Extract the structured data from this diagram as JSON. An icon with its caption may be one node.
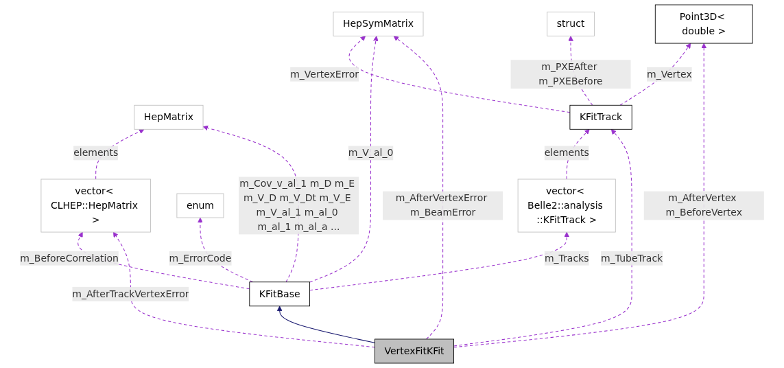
{
  "diagram": {
    "nodes": [
      {
        "text": [
          "HepSymMatrix"
        ]
      },
      {
        "text": [
          "struct"
        ]
      },
      {
        "text": [
          "Point3D< double >"
        ]
      },
      {
        "text": [
          "HepMatrix"
        ]
      },
      {
        "text": [
          "KFitTrack"
        ]
      },
      {
        "text": [
          "vector< CLHEP::HepMatrix >"
        ]
      },
      {
        "text": [
          "enum"
        ]
      },
      {
        "text": [
          "vector< Belle2::analysis ::KFitTrack >"
        ]
      },
      {
        "text": [
          "KFitBase"
        ]
      },
      {
        "text": [
          "VertexFitKFit"
        ]
      }
    ],
    "edges": [
      {
        "from": 4,
        "to": 0,
        "arrow": "to",
        "label": "m_VertexError",
        "style": "dashed"
      },
      {
        "from": 4,
        "to": 1,
        "arrow": "to",
        "label": "m_PXEAfter m_PXEBefore",
        "style": "dashed"
      },
      {
        "from": 4,
        "to": 2,
        "arrow": "to",
        "label": "m_Vertex",
        "style": "dashed"
      },
      {
        "from": 5,
        "to": 3,
        "arrow": "to",
        "label": "elements",
        "style": "dashed"
      },
      {
        "from": 8,
        "to": 3,
        "arrow": "to",
        "label": "m_Cov_v_al_1 m_D m_E m_V_D m_V_Dt m_V_E m_V_al_1 m_al_0 m_al_1 m_al_a ...",
        "style": "dashed"
      },
      {
        "from": 8,
        "to": 0,
        "arrow": "to",
        "label": "m_V_al_0",
        "style": "dashed"
      },
      {
        "from": 7,
        "to": 4,
        "arrow": "to",
        "label": "elements",
        "style": "dashed"
      },
      {
        "from": 8,
        "to": 5,
        "arrow": "to",
        "label": "m_BeforeCorrelation",
        "style": "dashed"
      },
      {
        "from": 8,
        "to": 6,
        "arrow": "to",
        "label": "m_ErrorCode",
        "style": "dashed"
      },
      {
        "from": 8,
        "to": 7,
        "arrow": "to",
        "label": "m_Tracks",
        "style": "dashed"
      },
      {
        "from": 9,
        "to": 8,
        "arrow": "to",
        "color": "#191970"
      },
      {
        "from": 9,
        "to": 0,
        "arrow": "to",
        "label": "m_AfterVertexError m_BeamError",
        "style": "dashed"
      },
      {
        "from": 9,
        "to": 5,
        "arrow": "to",
        "label": "m_AfterTrackVertexError",
        "style": "dashed"
      },
      {
        "from": 9,
        "to": 4,
        "arrow": "to",
        "label": "m_TubeTrack",
        "style": "dashed"
      },
      {
        "from": 9,
        "to": 2,
        "arrow": "to",
        "label": "m_AfterVertex m_BeforeVertex",
        "style": "dashed"
      }
    ]
  }
}
